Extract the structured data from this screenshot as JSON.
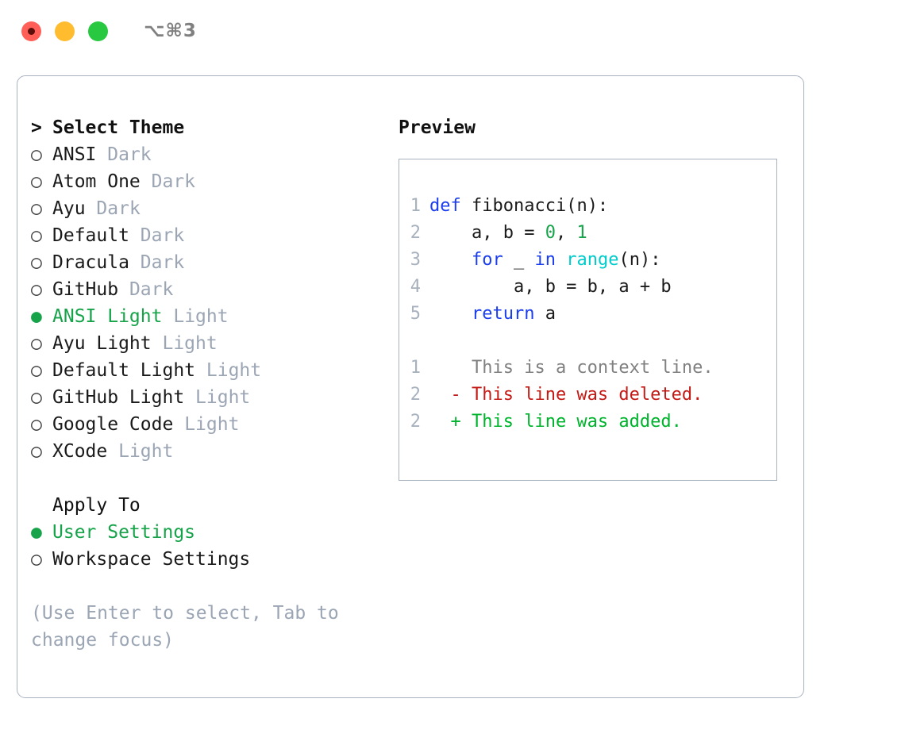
{
  "window": {
    "title_shortcut": "⌥⌘3",
    "traffic_lights": [
      {
        "name": "close",
        "color": "#FF5F57"
      },
      {
        "name": "minimize",
        "color": "#FEBC2E"
      },
      {
        "name": "maximize",
        "color": "#28C840"
      }
    ]
  },
  "theme_picker": {
    "caret": ">",
    "heading": "Select Theme",
    "bullet_off": "○",
    "bullet_on": "●",
    "items": [
      {
        "name": "ANSI",
        "tag": "Dark",
        "selected": false
      },
      {
        "name": "Atom One",
        "tag": "Dark",
        "selected": false
      },
      {
        "name": "Ayu",
        "tag": "Dark",
        "selected": false
      },
      {
        "name": "Default",
        "tag": "Dark",
        "selected": false
      },
      {
        "name": "Dracula",
        "tag": "Dark",
        "selected": false
      },
      {
        "name": "GitHub",
        "tag": "Dark",
        "selected": false
      },
      {
        "name": "ANSI Light",
        "tag": "Light",
        "selected": true
      },
      {
        "name": "Ayu Light",
        "tag": "Light",
        "selected": false
      },
      {
        "name": "Default Light",
        "tag": "Light",
        "selected": false
      },
      {
        "name": "GitHub Light",
        "tag": "Light",
        "selected": false
      },
      {
        "name": "Google Code",
        "tag": "Light",
        "selected": false
      },
      {
        "name": "XCode",
        "tag": "Light",
        "selected": false
      }
    ]
  },
  "apply_to": {
    "heading": "Apply To",
    "items": [
      {
        "name": "User Settings",
        "selected": true
      },
      {
        "name": "Workspace Settings",
        "selected": false
      }
    ]
  },
  "hint": "(Use Enter to select, Tab to change focus)",
  "preview": {
    "title": "Preview",
    "code_lines": [
      {
        "no": "1",
        "tokens": [
          {
            "t": "def",
            "c": "kw"
          },
          {
            "t": " fibonacci(n):",
            "c": "id"
          }
        ]
      },
      {
        "no": "2",
        "tokens": [
          {
            "t": "    a, b = ",
            "c": "id"
          },
          {
            "t": "0",
            "c": "num"
          },
          {
            "t": ", ",
            "c": "id"
          },
          {
            "t": "1",
            "c": "num"
          }
        ]
      },
      {
        "no": "3",
        "tokens": [
          {
            "t": "    ",
            "c": "id"
          },
          {
            "t": "for",
            "c": "kw"
          },
          {
            "t": " _ ",
            "c": "id"
          },
          {
            "t": "in",
            "c": "kw"
          },
          {
            "t": " ",
            "c": "id"
          },
          {
            "t": "range",
            "c": "fn"
          },
          {
            "t": "(n):",
            "c": "id"
          }
        ]
      },
      {
        "no": "4",
        "tokens": [
          {
            "t": "        a, b = b, a + b",
            "c": "id"
          }
        ]
      },
      {
        "no": "5",
        "tokens": [
          {
            "t": "    ",
            "c": "id"
          },
          {
            "t": "return",
            "c": "kw"
          },
          {
            "t": " a",
            "c": "id"
          }
        ]
      }
    ],
    "diff_lines": [
      {
        "no": "1",
        "marker": " ",
        "text": "This is a context line.",
        "kind": "ctx"
      },
      {
        "no": "2",
        "marker": "-",
        "text": "This line was deleted.",
        "kind": "del"
      },
      {
        "no": "2",
        "marker": "+",
        "text": "This line was added.",
        "kind": "add"
      }
    ]
  },
  "colors": {
    "accent_green": "#16A34A",
    "muted": "#9BA5B4",
    "border": "#A8B1BE",
    "keyword": "#1a3df0",
    "function": "#00CCCC",
    "number": "#16A34A",
    "diff_delete": "#C41A16",
    "diff_add": "#00B32C"
  }
}
